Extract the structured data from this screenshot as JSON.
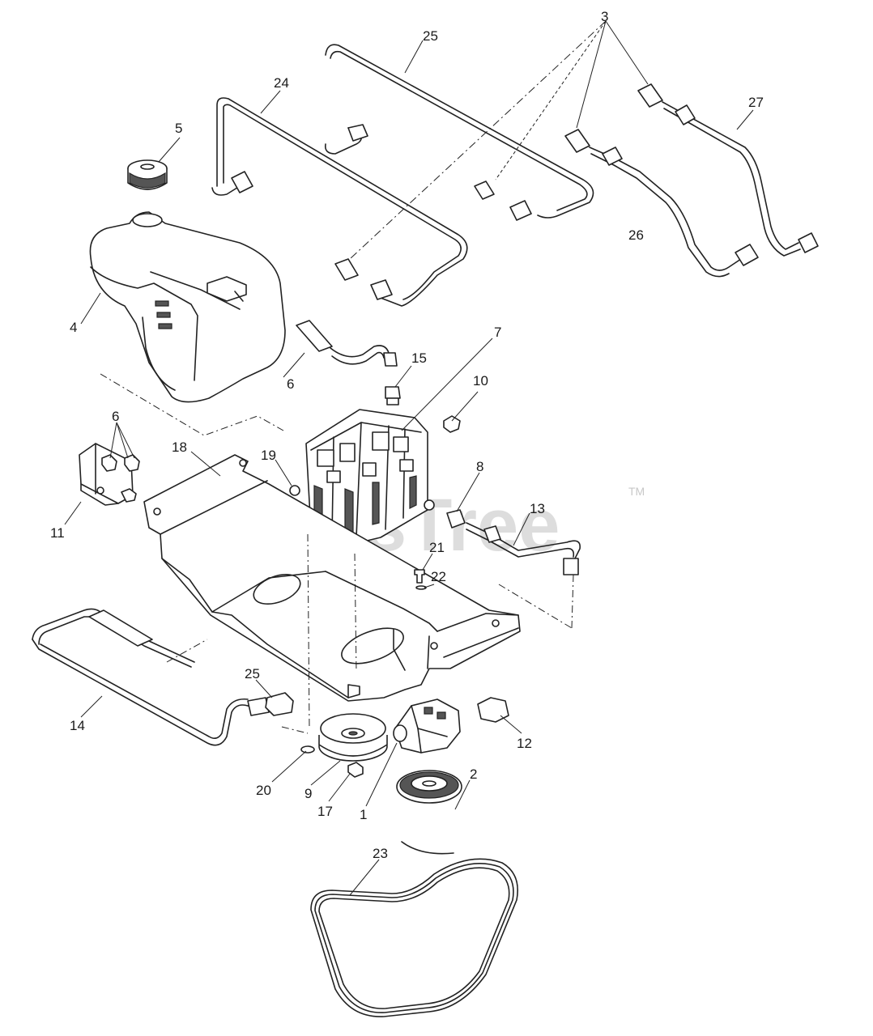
{
  "watermark": {
    "text": "PartsTree",
    "trademark": "TM"
  },
  "callouts": {
    "c1": "1",
    "c2": "2",
    "c3": "3",
    "c4": "4",
    "c5": "5",
    "c6a": "6",
    "c6b": "6",
    "c7": "7",
    "c8": "8",
    "c9": "9",
    "c10": "10",
    "c11": "11",
    "c12": "12",
    "c13": "13",
    "c14": "14",
    "c15": "15",
    "c17": "17",
    "c18": "18",
    "c19": "19",
    "c20": "20",
    "c21": "21",
    "c22": "22",
    "c23": "23",
    "c24": "24",
    "c25a": "25",
    "c25b": "25",
    "c26": "26",
    "c27": "27"
  }
}
